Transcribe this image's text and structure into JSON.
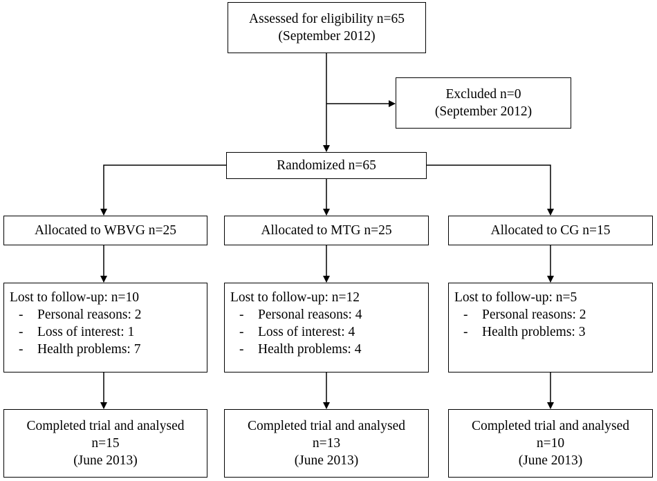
{
  "assessed": {
    "line1": "Assessed for eligibility n=65",
    "line2": "(September 2012)"
  },
  "excluded": {
    "line1": "Excluded n=0",
    "line2": "(September 2012)"
  },
  "randomized": {
    "label": "Randomized n=65"
  },
  "groups": [
    {
      "allocated": "Allocated to WBVG n=25",
      "lost_title": "Lost to follow-up: n=10",
      "lost_items": [
        "Personal reasons: 2",
        "Loss of interest: 1",
        "Health problems: 7"
      ],
      "completed_line1": "Completed trial and analysed",
      "completed_line2": "n=15",
      "completed_line3": "(June 2013)"
    },
    {
      "allocated": "Allocated to MTG n=25",
      "lost_title": "Lost to follow-up: n=12",
      "lost_items": [
        "Personal reasons: 4",
        "Loss of interest: 4",
        "Health problems: 4"
      ],
      "completed_line1": "Completed trial and analysed",
      "completed_line2": "n=13",
      "completed_line3": "(June 2013)"
    },
    {
      "allocated": "Allocated to CG n=15",
      "lost_title": "Lost to follow-up: n=5",
      "lost_items": [
        "Personal reasons: 2",
        "Health problems: 3"
      ],
      "completed_line1": "Completed trial and analysed",
      "completed_line2": "n=10",
      "completed_line3": "(June 2013)"
    }
  ],
  "list_bullet": "-"
}
